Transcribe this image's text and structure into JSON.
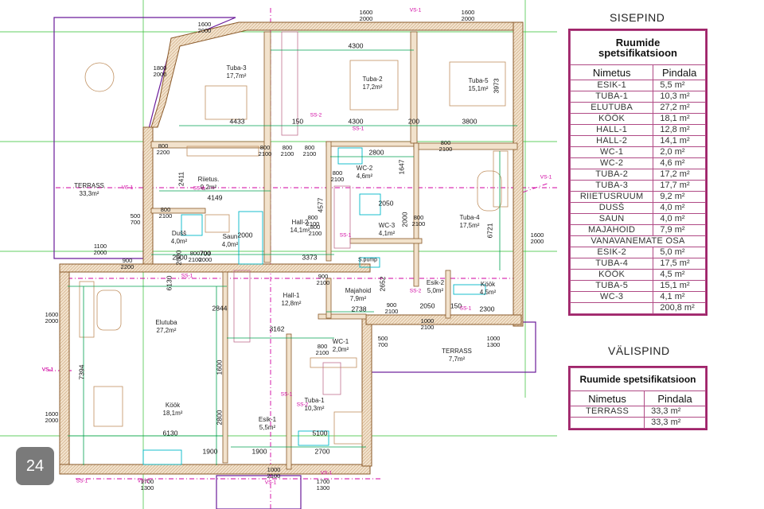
{
  "indoor": {
    "heading": "SISEPIND",
    "caption": "Ruumide spetsifikatsioon",
    "col_name": "Nimetus",
    "col_area": "Pindala",
    "rows": [
      {
        "name": "ESIK-1",
        "area": "5,5 m²"
      },
      {
        "name": "TUBA-1",
        "area": "10,3 m²"
      },
      {
        "name": "ELUTUBA",
        "area": "27,2 m²"
      },
      {
        "name": "KÖÖK",
        "area": "18,1 m²"
      },
      {
        "name": "HALL-1",
        "area": "12,8 m²"
      },
      {
        "name": "HALL-2",
        "area": "14,1 m²"
      },
      {
        "name": "WC-1",
        "area": "2,0 m²"
      },
      {
        "name": "WC-2",
        "area": "4,6 m²"
      },
      {
        "name": "TUBA-2",
        "area": "17,2 m²"
      },
      {
        "name": "TUBA-3",
        "area": "17,7 m²"
      },
      {
        "name": "RIIETUSRUUM",
        "area": "9,2 m²"
      },
      {
        "name": "DUSŠ",
        "area": "4,0 m²"
      },
      {
        "name": "SAUN",
        "area": "4,0 m²"
      },
      {
        "name": "MAJAHOID",
        "area": "7,9 m²"
      }
    ],
    "subheading": "VANAVANEMATE OSA",
    "rows2": [
      {
        "name": "ESIK-2",
        "area": "5,0 m²"
      },
      {
        "name": "TUBA-4",
        "area": "17,5 m²"
      },
      {
        "name": "KÖÖK",
        "area": "4,5 m²"
      },
      {
        "name": "TUBA-5",
        "area": "15,1 m²"
      },
      {
        "name": "WC-3",
        "area": "4,1 m²"
      }
    ],
    "total": "200,8 m²"
  },
  "outdoor": {
    "heading": "VÄLISPIND",
    "caption": "Ruumide spetsifikatsioon",
    "col_name": "Nimetus",
    "col_area": "Pindala",
    "rows": [
      {
        "name": "TERRASS",
        "area": "33,3 m²"
      }
    ],
    "total": "33,3 m²"
  },
  "page_number": "24",
  "plan": {
    "rooms": [
      {
        "name": "TERRASS",
        "area": "33,3m²"
      },
      {
        "name": "Tuba-3",
        "area": "17,7m²"
      },
      {
        "name": "Tuba-2",
        "area": "17,2m²"
      },
      {
        "name": "Tuba-5",
        "area": "15,1m²"
      },
      {
        "name": "Riietus.",
        "area": "9,2m²"
      },
      {
        "name": "WC-2",
        "area": "4,6m²"
      },
      {
        "name": "Hall-2",
        "area": "14,1m²"
      },
      {
        "name": "Tuba-4",
        "area": "17,5m²"
      },
      {
        "name": "Dušš",
        "area": "4,0m²"
      },
      {
        "name": "Saun",
        "area": "4,0m²"
      },
      {
        "name": "WC-3",
        "area": "4,1m²"
      },
      {
        "name": "Majahoid",
        "area": "7,9m²"
      },
      {
        "name": "Esik-2",
        "area": "5,0m²"
      },
      {
        "name": "Köök",
        "area": "4,5m²"
      },
      {
        "name": "Hall-1",
        "area": "12,8m²"
      },
      {
        "name": "Elutuba",
        "area": "27,2m²"
      },
      {
        "name": "WC-1",
        "area": "2,0m²"
      },
      {
        "name": "TERRASS",
        "area": "7,7m²"
      },
      {
        "name": "Köök",
        "area": "18,1m²"
      },
      {
        "name": "Tuba-1",
        "area": "10,3m²"
      },
      {
        "name": "Esik-1",
        "area": "5,5m²"
      }
    ],
    "dims": [
      "4300",
      "4433",
      "150",
      "4300",
      "200",
      "3800",
      "3973",
      "2800",
      "1647",
      "2411",
      "4149",
      "4577",
      "2050",
      "2000",
      "6721",
      "3373",
      "2000",
      "700",
      "2000",
      "2000",
      "6130",
      "2844",
      "2652",
      "2738",
      "2050",
      "150",
      "2300",
      "3162",
      "7394",
      "1600",
      "2800",
      "6130",
      "5100",
      "1900",
      "1900",
      "2700"
    ],
    "openings": [
      "1600\n2000",
      "1600\n2000",
      "1600\n2000",
      "1800\n2000",
      "800\n2200",
      "800\n2100",
      "800\n2100",
      "800\n2100",
      "800\n2100",
      "800\n2100",
      "800\n2100",
      "800\n2100",
      "800\n2100",
      "800\n2100",
      "500\n700",
      "1100\n2000",
      "900\n2200",
      "800\n2100",
      "700\n2000",
      "1600\n2000",
      "900\n2100",
      "900\n2100",
      "1000\n2100",
      "1000\n1300",
      "500\n700",
      "800\n2100",
      "1600\n2000",
      "1600\n2000",
      "1700\n1300",
      "1000\n2100",
      "1700\n1300"
    ],
    "sections": [
      "VS-1",
      "SS-2",
      "SS-1",
      "VS-1",
      "SS-1",
      "SS-1",
      "VS-1",
      "VS-1",
      "SS-1",
      "SS-2",
      "SS-1",
      "SS-1",
      "SS-2",
      "SS-1",
      "VS-1",
      "VS-1",
      "VS-1",
      "VS-1"
    ],
    "s_pump": "S.pump"
  }
}
